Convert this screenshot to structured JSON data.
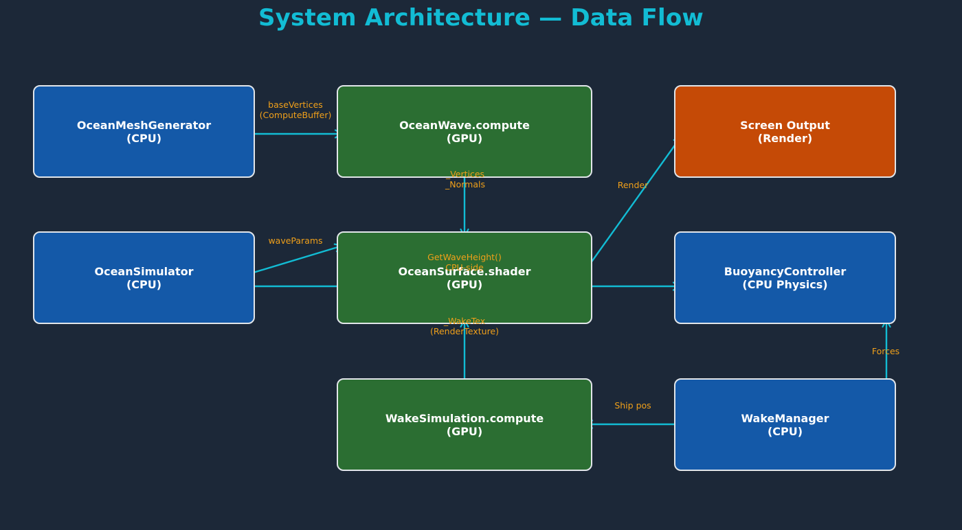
{
  "title": "System Architecture — Data Flow",
  "colors": {
    "background": "#1c2838",
    "title": "#12bcd4",
    "cpu_node": "#1459a8",
    "gpu_node": "#2b6e32",
    "render_node": "#c54a06",
    "node_border": "#e2e6ea",
    "arrow": "#12bcd4",
    "edge_label": "#f0a01a"
  },
  "nodes": {
    "mesh_generator": {
      "name": "OceanMeshGenerator",
      "tag": "(CPU)"
    },
    "wave_compute": {
      "name": "OceanWave.compute",
      "tag": "(GPU)"
    },
    "screen_output": {
      "name": "Screen Output",
      "tag": "(Render)"
    },
    "simulator": {
      "name": "OceanSimulator",
      "tag": "(CPU)"
    },
    "surface_shader": {
      "name": "OceanSurface.shader",
      "tag": "(GPU)"
    },
    "buoyancy": {
      "name": "BuoyancyController",
      "tag": "(CPU Physics)"
    },
    "wake_compute": {
      "name": "WakeSimulation.compute",
      "tag": "(GPU)"
    },
    "wake_manager": {
      "name": "WakeManager",
      "tag": "(CPU)"
    }
  },
  "edges": {
    "base_vertices": {
      "line1": "baseVertices",
      "line2": "(ComputeBuffer)"
    },
    "vertices_normals": {
      "line1": "_Vertices",
      "line2": "_Normals"
    },
    "render": {
      "line1": "Render"
    },
    "wave_params": {
      "line1": "waveParams"
    },
    "get_wave_height": {
      "line1": "GetWaveHeight()",
      "line2": "CPU-side"
    },
    "wake_tex": {
      "line1": "_WakeTex",
      "line2": "(RenderTexture)"
    },
    "ship_pos": {
      "line1": "Ship pos"
    },
    "forces": {
      "line1": "Forces"
    }
  }
}
